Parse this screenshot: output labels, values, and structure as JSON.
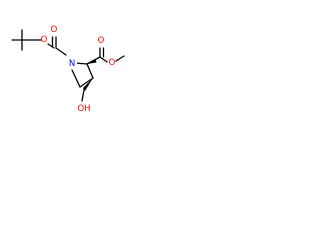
{
  "molecule": {
    "atom_labels": {
      "n1": "N",
      "o_boc_ester": "O",
      "o_boc_carbonyl": "O",
      "o_ester_carbonyl": "O",
      "o_ester_methoxy": "O",
      "oh": "OH"
    }
  },
  "colors": {
    "bond": "#000000",
    "oxygen": "#ff0000",
    "nitrogen": "#0000ff"
  }
}
